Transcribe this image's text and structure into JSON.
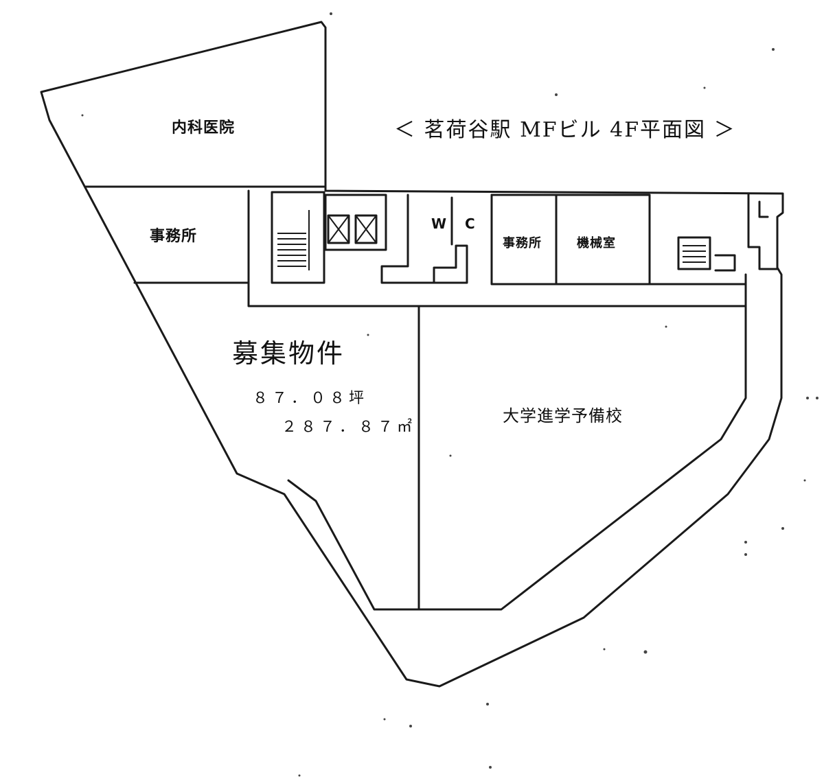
{
  "title": "＜ 茗荷谷駅 MFビル 4F平面図 ＞",
  "rooms": {
    "clinic": "内科医院",
    "office_left": "事務所",
    "wc": "W C",
    "office_center": "事務所",
    "machine_room": "機械室",
    "school": "大学進学予備校"
  },
  "vacancy": {
    "label": "募集物件",
    "area_tsubo": "８７．０８坪",
    "area_sqm": "２８７．８７㎡"
  }
}
